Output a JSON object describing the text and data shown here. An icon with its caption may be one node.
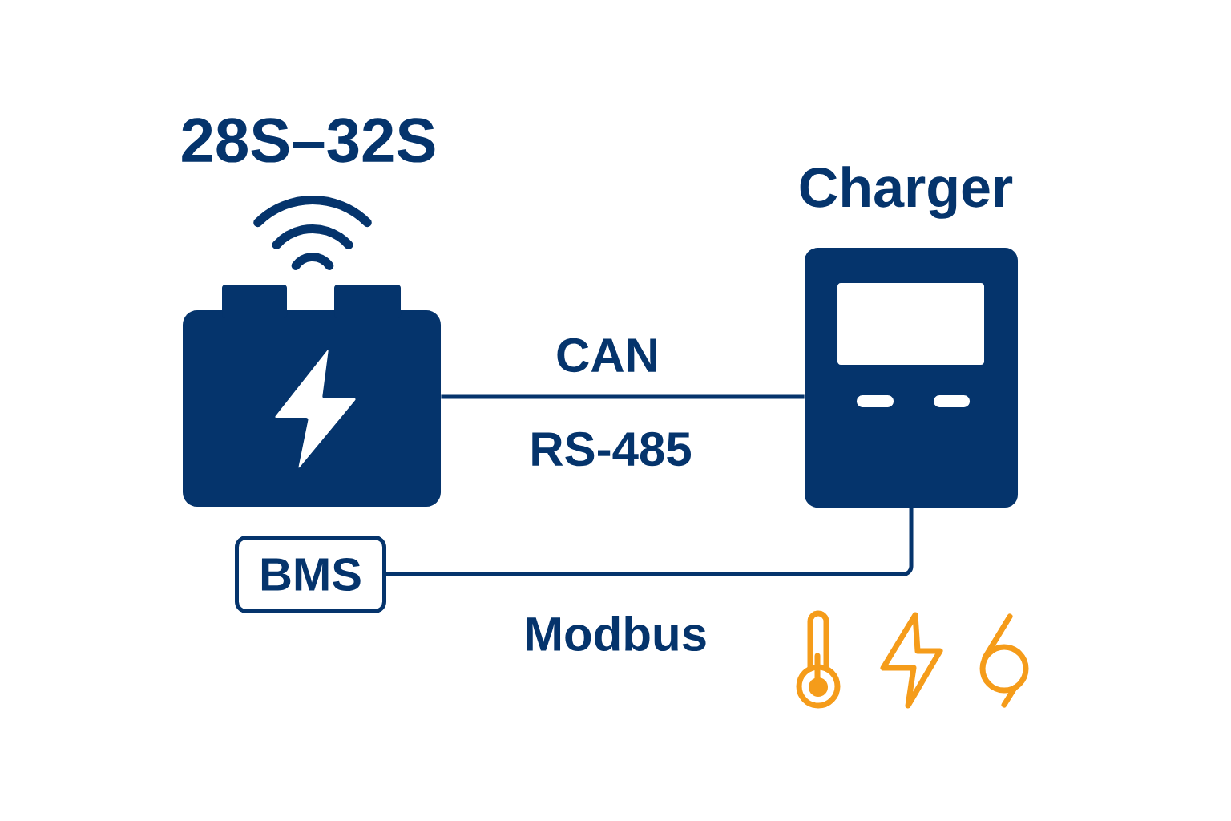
{
  "diagram": {
    "nodes": [
      {
        "text": [
          "28S–32S"
        ]
      },
      {
        "text": [
          "Charger"
        ]
      },
      {
        "text": [
          "BMS"
        ]
      }
    ],
    "edges": [
      {
        "from": 0,
        "to": 1,
        "arrow": "none",
        "label": "CAN"
      },
      {
        "from": 2,
        "to": 1,
        "arrow": "none",
        "label": "Modbus"
      }
    ],
    "labels": [
      "RS-485"
    ]
  }
}
